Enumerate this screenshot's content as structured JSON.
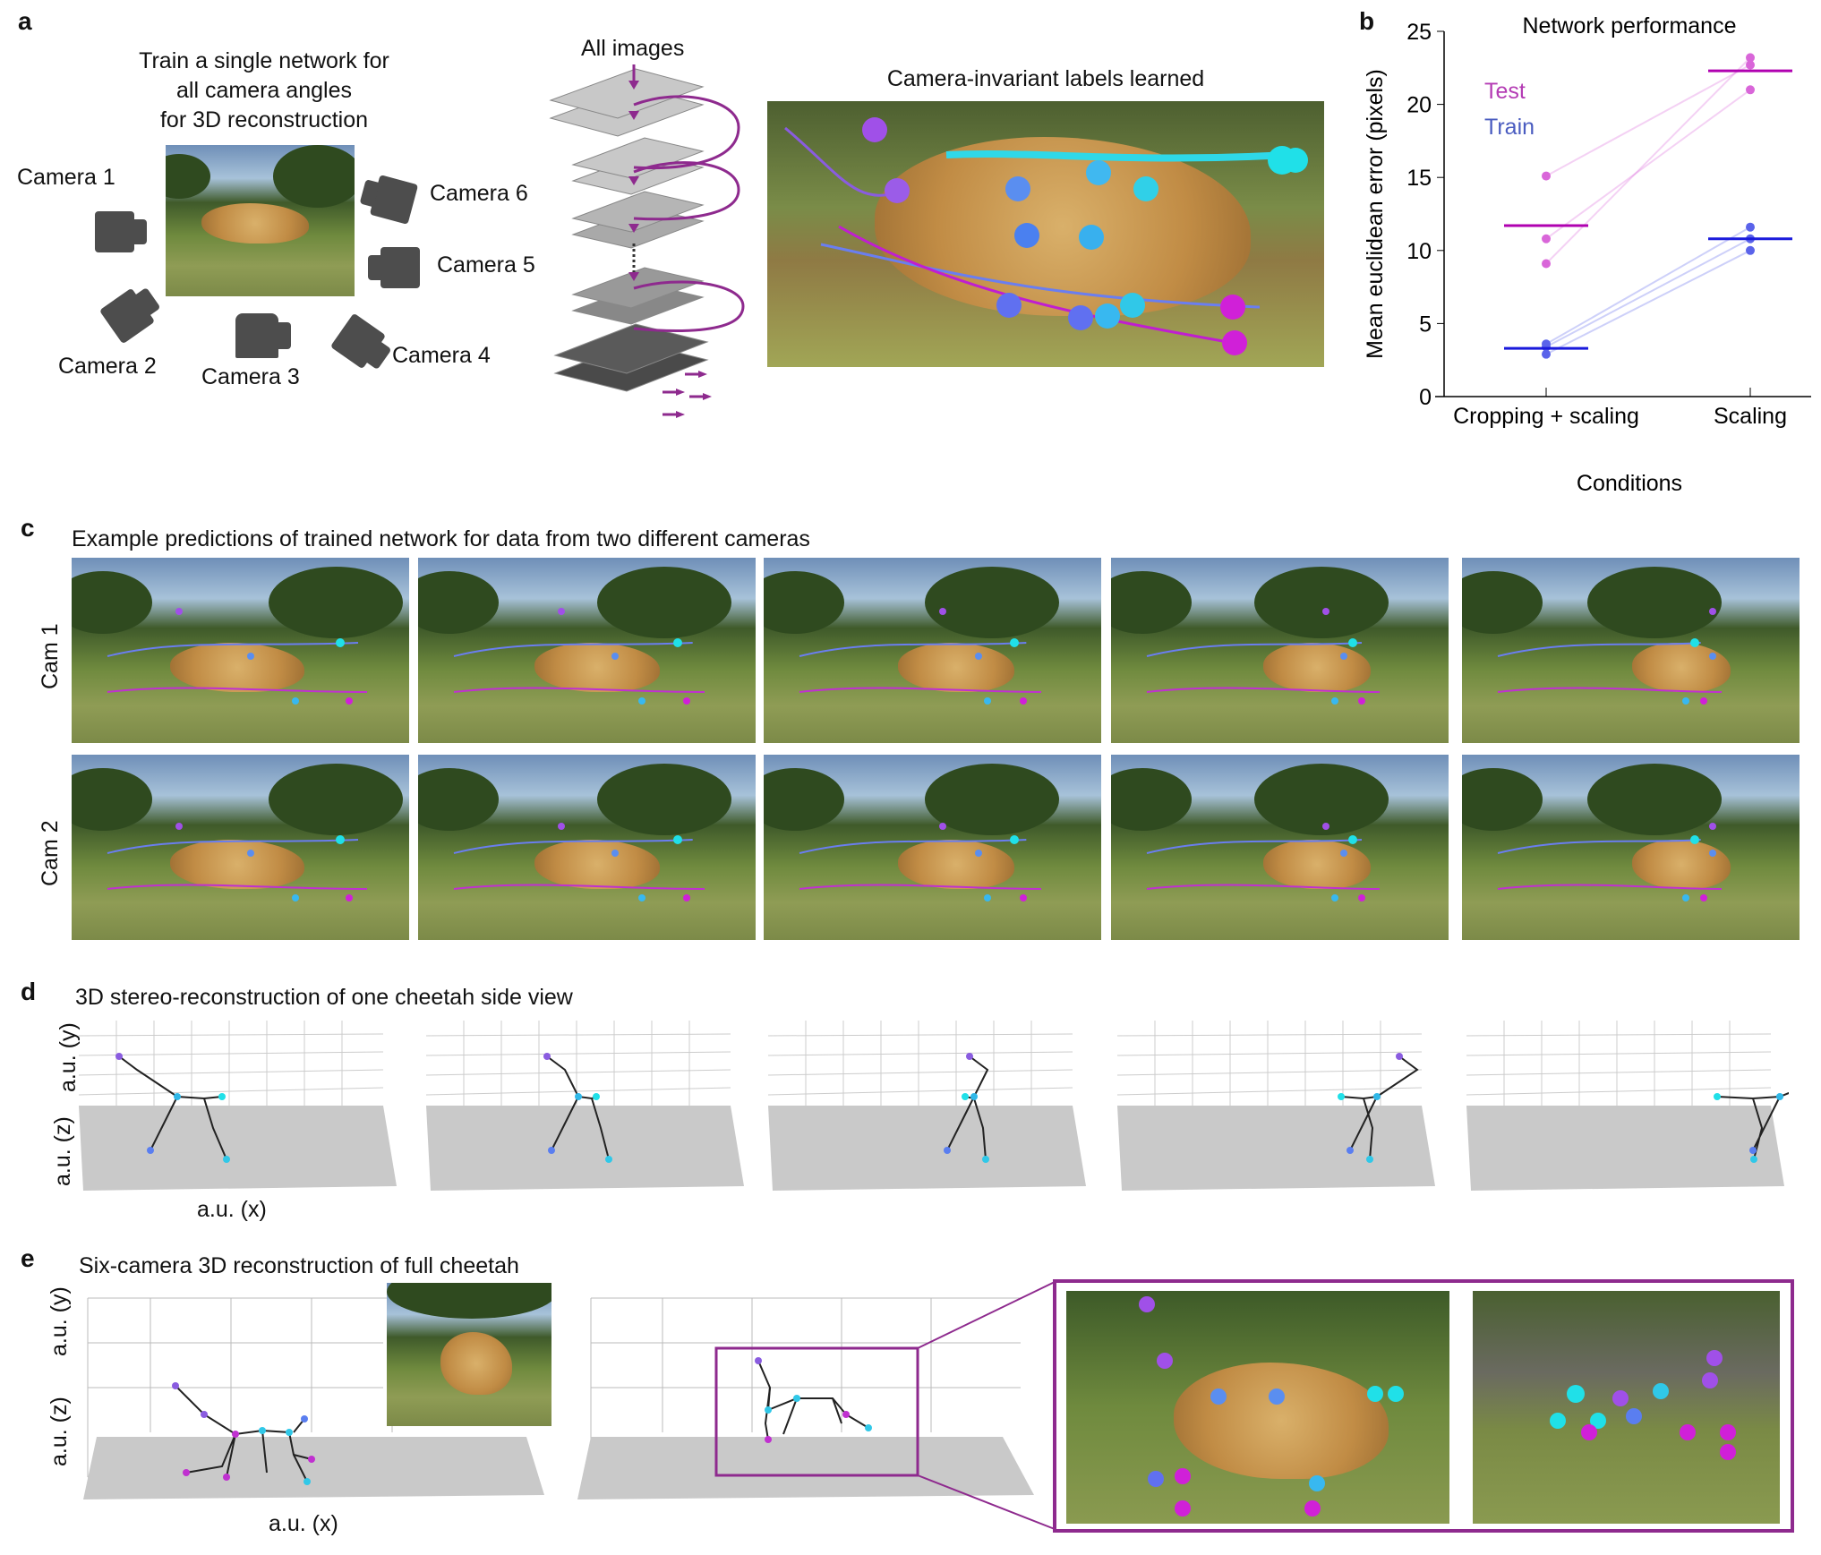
{
  "panel_labels": {
    "a": "a",
    "b": "b",
    "c": "c",
    "d": "d",
    "e": "e"
  },
  "panel_a": {
    "title": "Train a single network for all camera angles for 3D reconstruction",
    "title_lines": [
      "Train a single network for",
      "all camera angles",
      "for 3D reconstruction"
    ],
    "cameras": [
      "Camera 1",
      "Camera 2",
      "Camera 3",
      "Camera 4",
      "Camera 5",
      "Camera 6"
    ],
    "stack_label": "All images",
    "result_title": "Camera-invariant labels learned",
    "colors": {
      "arrow": "#8e2a8e",
      "stack_light": "#c8c8c8",
      "stack_dark": "#4a4a4a"
    }
  },
  "panel_b": {
    "title": "Network performance",
    "ylabel": "Mean euclidean error (pixels)",
    "xlabel": "Conditions",
    "legend": [
      {
        "label": "Test",
        "color": "#b43cb4"
      },
      {
        "label": "Train",
        "color": "#4a5cc0"
      }
    ]
  },
  "chart_data": {
    "type": "scatter",
    "title": "Network performance",
    "xlabel": "Conditions",
    "ylabel": "Mean euclidean error (pixels)",
    "categories": [
      "Cropping + scaling",
      "Scaling"
    ],
    "ylim": [
      0,
      25
    ],
    "yticks": [
      0,
      5,
      10,
      15,
      20,
      25
    ],
    "grid": false,
    "legend_placement": "top-left",
    "series": [
      {
        "name": "Test",
        "color": "#d966d9",
        "mean_color": "#b000b0",
        "points": [
          [
            15.1,
            22.7
          ],
          [
            10.8,
            21.0
          ],
          [
            9.1,
            23.2
          ]
        ],
        "means": [
          11.7,
          22.3
        ]
      },
      {
        "name": "Train",
        "color": "#5a63ea",
        "mean_color": "#1a1adc",
        "points": [
          [
            3.6,
            11.6
          ],
          [
            3.4,
            10.8
          ],
          [
            2.9,
            10.0
          ]
        ],
        "means": [
          3.3,
          10.8
        ]
      }
    ]
  },
  "panel_c": {
    "title": "Example predictions of trained network for data from two different cameras",
    "rows": [
      "Cam 1",
      "Cam 2"
    ]
  },
  "panel_d": {
    "title": "3D stereo-reconstruction of one cheetah side view",
    "axis_y": "a.u. (y)",
    "axis_z": "a.u. (z)",
    "axis_x": "a.u. (x)"
  },
  "panel_e": {
    "title": "Six-camera 3D reconstruction of full cheetah",
    "axis_y": "a.u. (y)",
    "axis_z": "a.u. (z)",
    "axis_x": "a.u. (x)",
    "frame_color": "#8e2a8e"
  }
}
